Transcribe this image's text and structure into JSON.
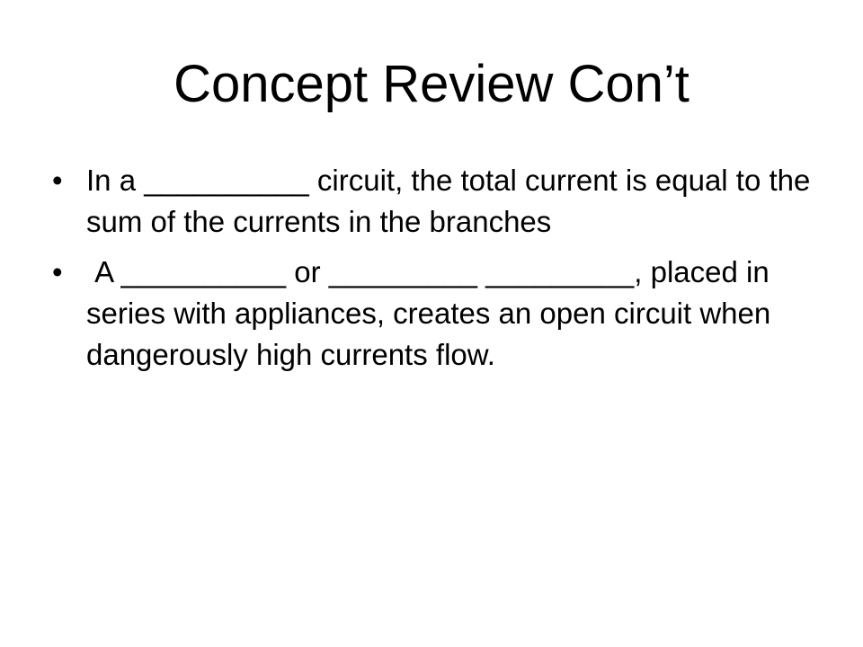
{
  "slide": {
    "title": "Concept Review Con’t",
    "bullet_symbol": "•",
    "bullets": [
      {
        "text": "In a __________ circuit, the total current is equal to the sum of the currents in the branches"
      },
      {
        "text": " A __________ or _________ _________, placed in series with appliances, creates an open circuit when dangerously high currents flow."
      }
    ]
  }
}
